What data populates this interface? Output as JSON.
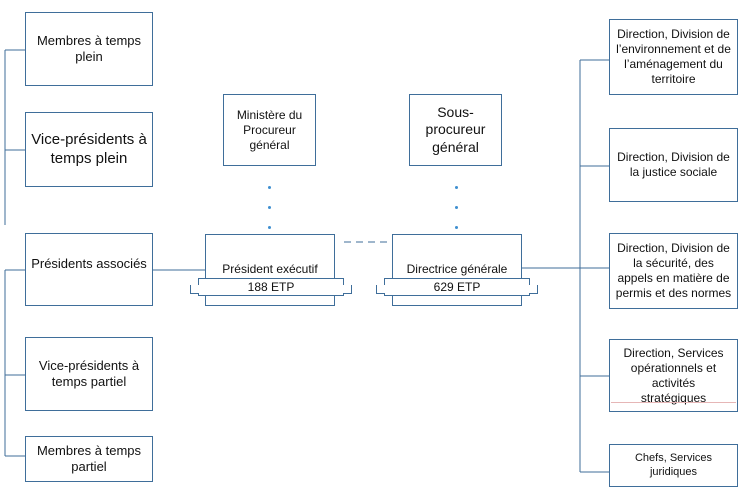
{
  "left_boxes": [
    "Membres à temps\nplein",
    "Vice-présidents à\ntemps plein",
    "Présidents associés",
    "Vice-présidents à\ntemps partiel",
    "Membres à temps\npartiel"
  ],
  "top_boxes": {
    "ministere": "Ministère du\nProcureur\ngénéral",
    "sous_procureur": "Sous-\nprocureur\ngénéral"
  },
  "center": {
    "president": {
      "title": "Président exécutif",
      "fte": "188 ETP"
    },
    "directrice": {
      "title": "Directrice générale",
      "fte": "629 ETP"
    }
  },
  "right_boxes": [
    "Direction, Division de\nl’environnement et de\nl’aménagement du\nterritoire",
    "Direction, Division de\nla justice sociale",
    "Direction, Division de\nla sécurité, des\nappels en matière de\npermis et des normes",
    "Direction, Services\nopérationnels et\nactivités\nstratégiques",
    "Chefs, Services\njuridiques"
  ],
  "colors": {
    "border": "#3f6e9a",
    "line": "#3f6e9a",
    "dots": "#3f8fd0"
  }
}
